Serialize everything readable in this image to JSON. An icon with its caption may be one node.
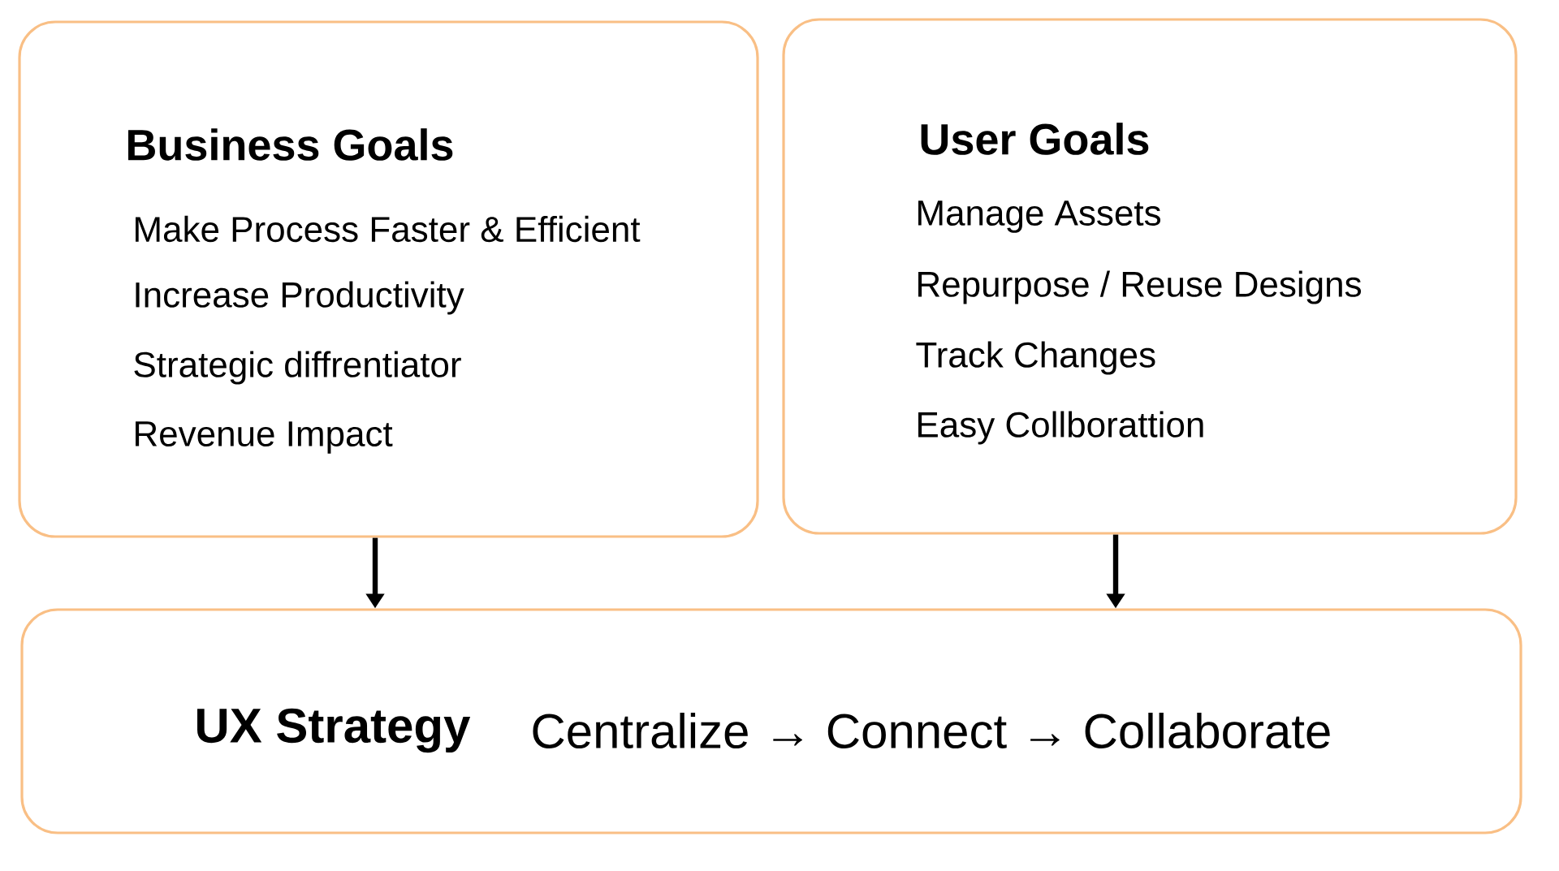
{
  "diagram": {
    "nodes": [
      {
        "text": [
          "Business Goals",
          "Make Process Faster & Efficient",
          "Increase Productivity",
          "Strategic diffrentiator",
          "Revenue Impact"
        ]
      },
      {
        "text": [
          "User Goals",
          "Manage Assets",
          "Repurpose / Reuse Designs",
          "Track Changes",
          "Easy Collborattion"
        ]
      },
      {
        "text": [
          "UX Strategy",
          "Centralize → Connect → Collaborate"
        ]
      }
    ],
    "edges": [
      {
        "from": 0,
        "to": 2,
        "arrow": "to"
      },
      {
        "from": 1,
        "to": 2,
        "arrow": "to"
      }
    ]
  }
}
